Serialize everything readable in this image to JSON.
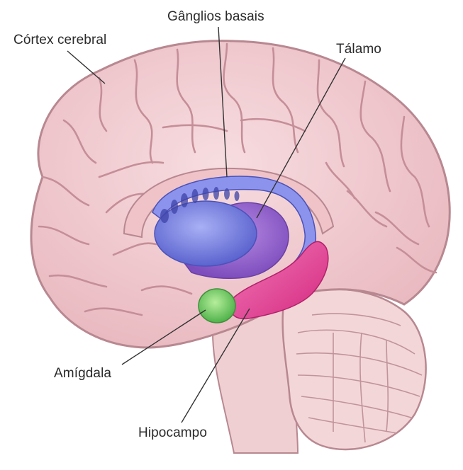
{
  "labels": {
    "cortex": "Córtex cerebral",
    "basal_ganglia": "Gânglios basais",
    "thalamus": "Tálamo",
    "amygdala": "Amígdala",
    "hippocampus": "Hipocampo"
  },
  "colors": {
    "background": "#ffffff",
    "cortex_fill": "#f2cfd3",
    "cortex_stroke": "#b88891",
    "brainstem_fill": "#efd3d3",
    "cerebellum_fill": "#f3d6d8",
    "basal_ganglia": "#7d82e0",
    "thalamus": "#9b6ad1",
    "amygdala": "#7fd06a",
    "hippocampus": "#e84a9b",
    "leader_line": "#333333"
  },
  "icons": {
    "brain": "brain-illustration"
  }
}
